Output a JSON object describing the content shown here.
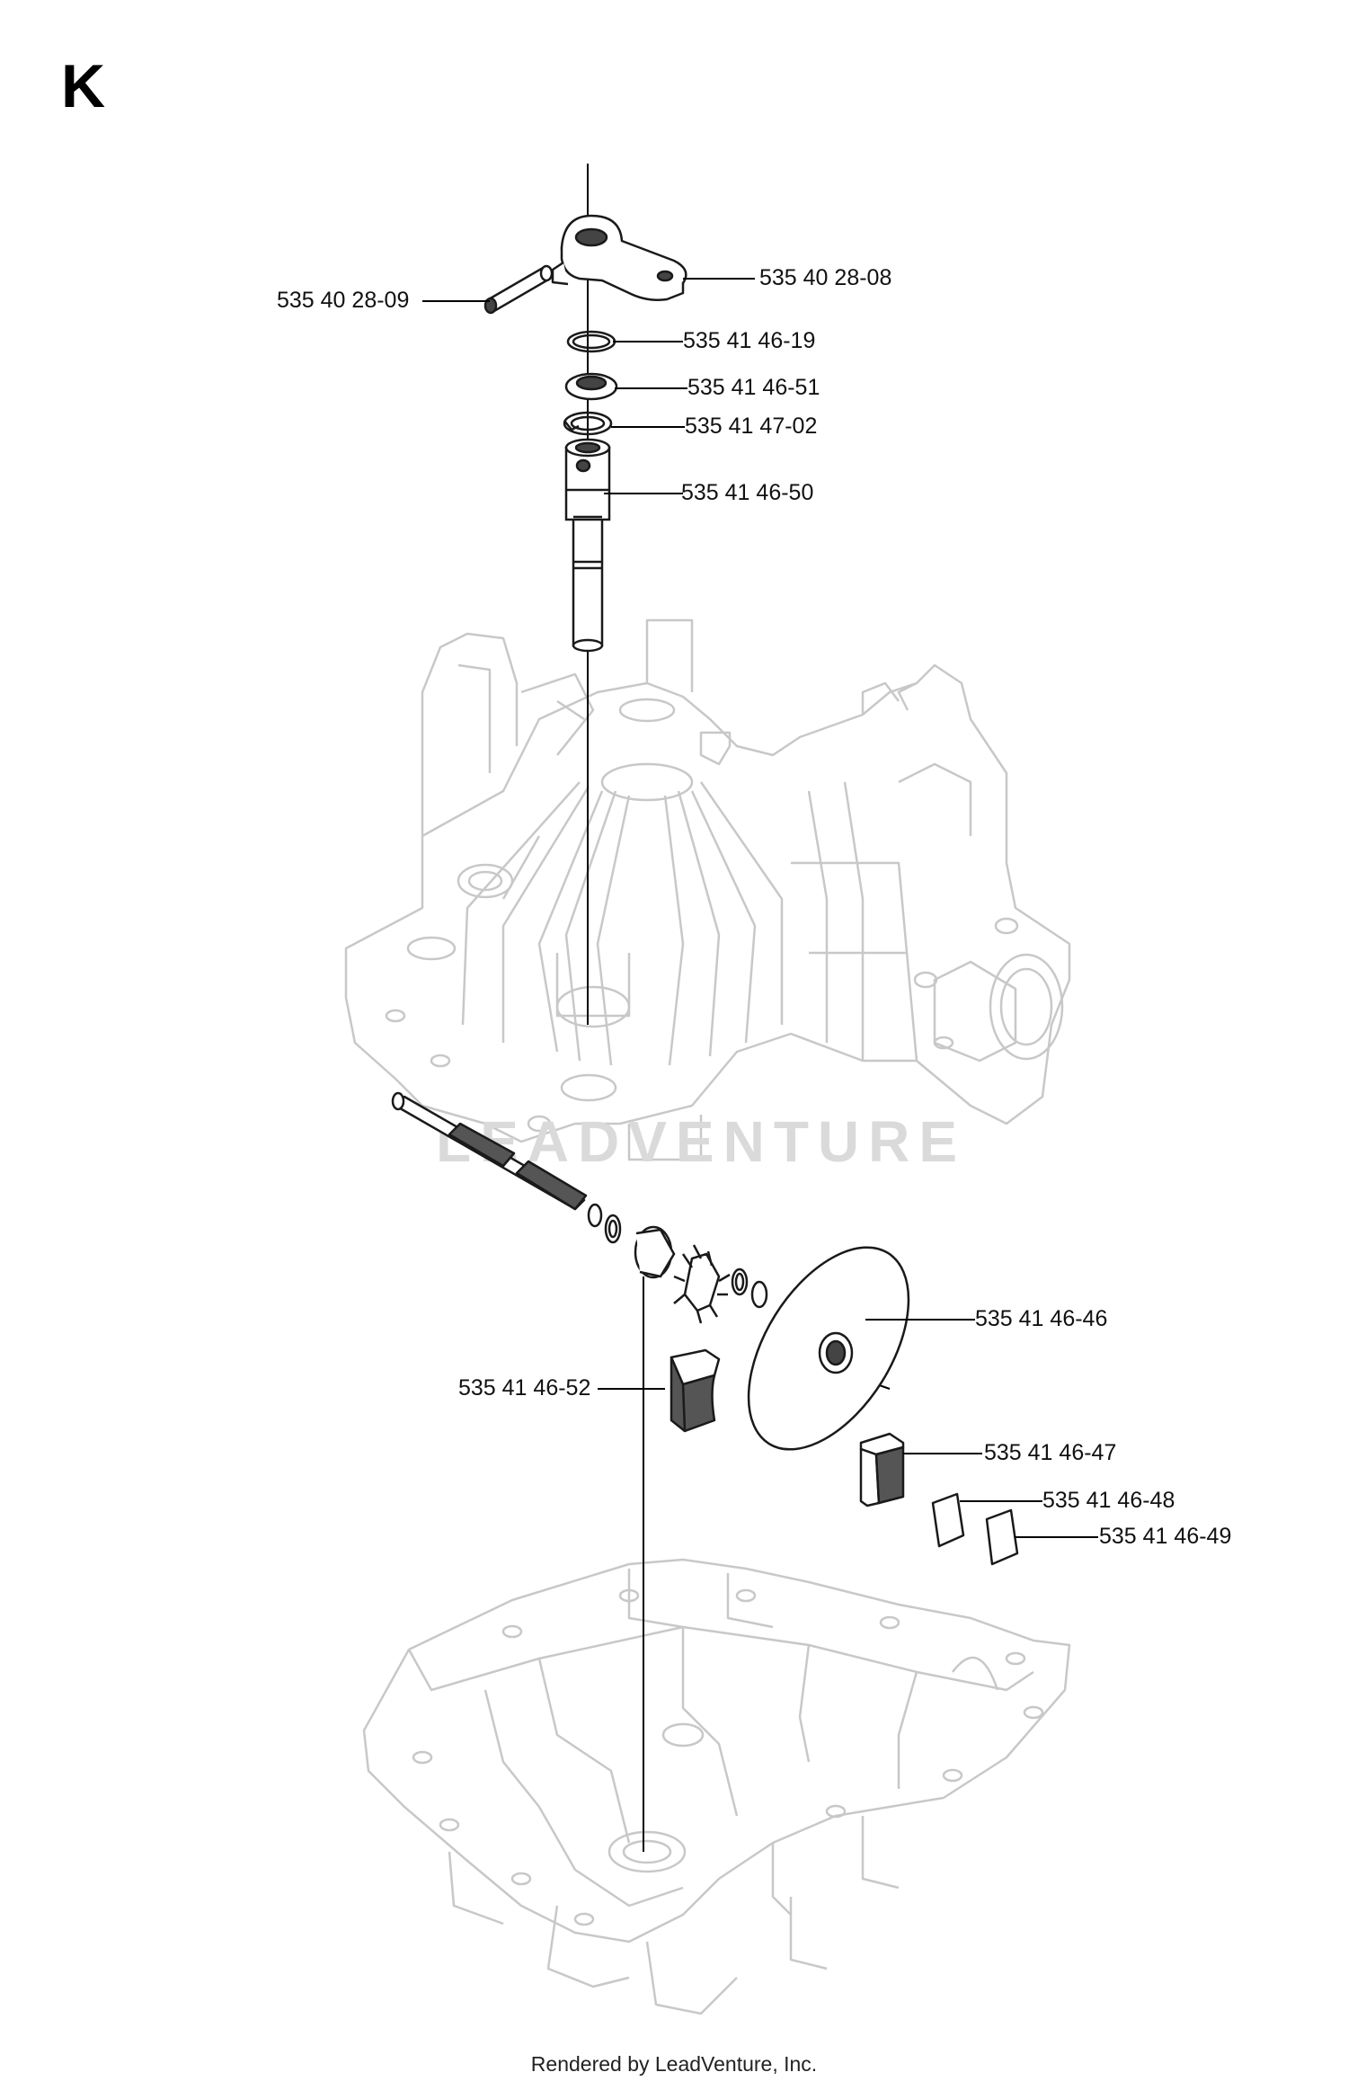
{
  "section": "K",
  "watermark": "LEADVENTURE",
  "footer": "Rendered by LeadVenture, Inc.",
  "colors": {
    "line": "#1a1a1a",
    "ghost": "#c8c8c8",
    "leader": "#000000",
    "fill_part": "#ffffff",
    "fill_dark": "#444444",
    "watermark": "#dadada"
  },
  "parts": [
    {
      "id": "lever",
      "number": "535 40 28-08"
    },
    {
      "id": "pin",
      "number": "535 40 28-09"
    },
    {
      "id": "o-ring",
      "number": "535 41 46-19"
    },
    {
      "id": "washer",
      "number": "535 41 46-51"
    },
    {
      "id": "circlip",
      "number": "535 41 47-02"
    },
    {
      "id": "shaft",
      "number": "535 41 46-50"
    },
    {
      "id": "brake-disc",
      "number": "535 41 46-46"
    },
    {
      "id": "brake-pad-outer",
      "number": "535 41 46-52"
    },
    {
      "id": "brake-pad-inner",
      "number": "535 41 46-47"
    },
    {
      "id": "shim-1",
      "number": "535 41 46-48"
    },
    {
      "id": "shim-2",
      "number": "535 41 46-49"
    }
  ]
}
